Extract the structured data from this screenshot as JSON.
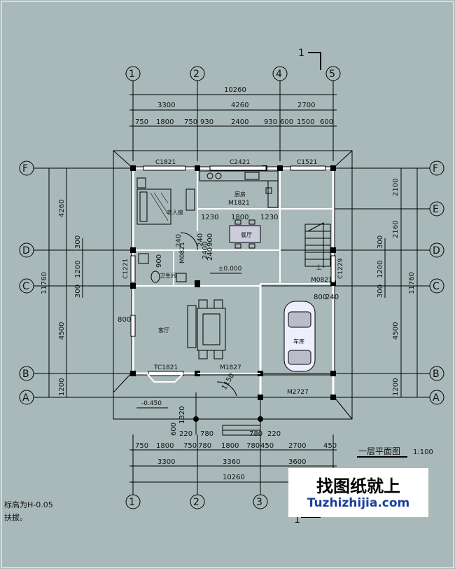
{
  "section_marker_top": "1",
  "section_marker_bottom": "1",
  "grid_axes": {
    "vertical_top": [
      "1",
      "2",
      "4",
      "5"
    ],
    "vertical_bottom": [
      "1",
      "2",
      "3"
    ],
    "horizontal": [
      "F",
      "E",
      "D",
      "C",
      "B",
      "A"
    ]
  },
  "dimensions": {
    "top_total": "10260",
    "top_row2": [
      "3300",
      "4260",
      "2700"
    ],
    "top_row3": [
      "750",
      "1800",
      "750",
      "930",
      "2400",
      "930",
      "600",
      "1500",
      "600"
    ],
    "bottom_row1": [
      "750",
      "1800",
      "750",
      "780",
      "1800",
      "780",
      "450",
      "2700",
      "450"
    ],
    "bottom_row2": [
      "3300",
      "3360",
      "3600"
    ],
    "bottom_total": "10260",
    "left_outer": "11760",
    "left_mid": [
      "4260",
      "4500",
      "1200"
    ],
    "left_inner": [
      "300",
      "1200",
      "300"
    ],
    "right_outer": "11760",
    "right_mid": [
      "2100",
      "2160",
      "4500",
      "1200"
    ],
    "right_inner": [
      "300",
      "1200",
      "300"
    ],
    "porch": [
      "1320",
      "600",
      "220",
      "780",
      "780",
      "220"
    ],
    "interior": [
      "1230",
      "1800",
      "1230",
      "240",
      "900",
      "240",
      "800",
      "800",
      "240",
      "2400",
      "900",
      "240",
      "1150"
    ]
  },
  "rooms": {
    "elder_room": "老人房",
    "kitchen": "厨房",
    "dining": "餐厅",
    "living": "客厅",
    "garage": "车库",
    "bathroom": "卫生间",
    "stairs_up": "上"
  },
  "openings": {
    "C1821": "C1821",
    "C2421": "C2421",
    "C1521": "C1521",
    "M1821": "M1821",
    "M0821_a": "M0821",
    "M0821_b": "M0821",
    "C1221": "C1221",
    "C1229": "C1229",
    "TC1821": "TC1821",
    "M1827": "M1827",
    "M2727": "M2727"
  },
  "car_label": "车库",
  "elevation_main": "±0.000",
  "elevation_porch": "-0.450",
  "title": {
    "text": "一层平面图",
    "scale": "1:100"
  },
  "notes": [
    "标高为H-0.05",
    "扶拔。"
  ],
  "watermark": {
    "cn": "找图纸就上",
    "en": "Tuzhizhijia.com"
  }
}
